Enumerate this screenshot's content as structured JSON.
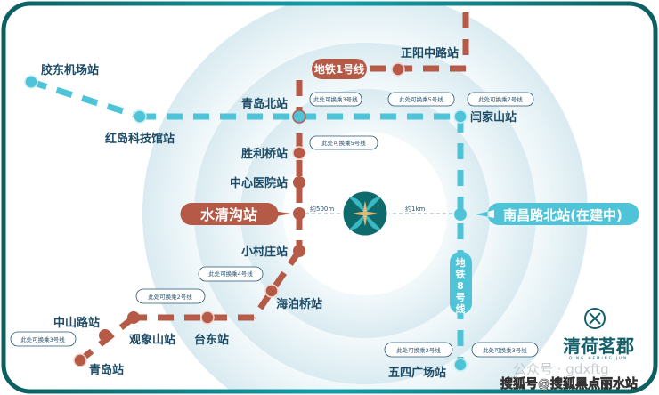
{
  "colors": {
    "line1": "#b65a48",
    "line8": "#4fc3d7",
    "frame": "#0c5f60",
    "label": "#1e4c66"
  },
  "line1": {
    "name": "地铁1号线",
    "stations": [
      "正阳中路站",
      "青岛北站",
      "胜利桥站",
      "中心医院站",
      "水清沟站",
      "小村庄站",
      "海泊桥站",
      "台东站",
      "观象山站",
      "中山路站",
      "青岛站"
    ]
  },
  "line8": {
    "name": [
      "地",
      "铁",
      "8",
      "号",
      "线"
    ],
    "stations": [
      "胶东机场站",
      "红岛科技馆站",
      "闫家山站",
      "南昌路北站(在建中)",
      "五四广场站"
    ]
  },
  "callouts": [
    "此处可换乘3号线",
    "此处可换乘5号线",
    "此处可换乘7号线",
    "此处可换乘5号线",
    "此处可换乘4号线",
    "此处可换乘2号线",
    "此处可换乘3号线",
    "此处可换乘2号线",
    "此处可换乘3号线"
  ],
  "distances": {
    "to_line1": "约500m",
    "to_line8": "约1km"
  },
  "brand": {
    "name": "清荷茗郡",
    "sub": "QING HEMING JUN"
  },
  "watermarks": {
    "wechat": "公众号 · gdxftg",
    "sohu": "搜狐号@搜狐黑点丽水站"
  }
}
